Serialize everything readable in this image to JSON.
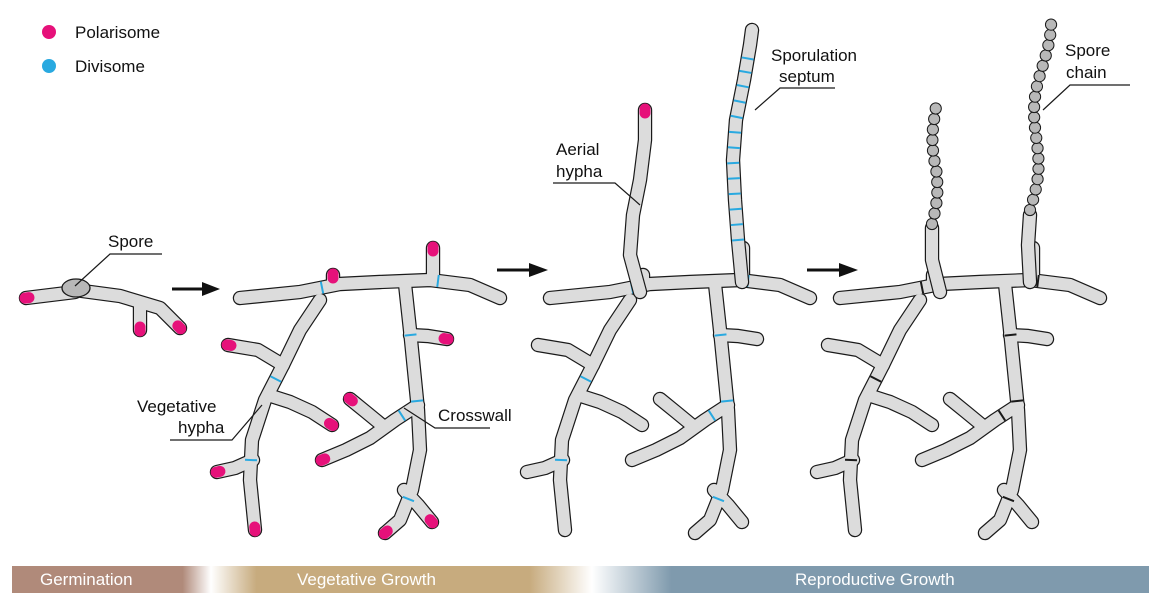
{
  "legend": [
    {
      "label": "Polarisome",
      "color": "#e6117a"
    },
    {
      "label": "Divisome",
      "color": "#29a9e0"
    }
  ],
  "labels": {
    "spore": "Spore",
    "vegetative_hypha": [
      "Vegetative",
      "hypha"
    ],
    "crosswall": "Crosswall",
    "aerial_hypha": [
      "Aerial",
      "hypha"
    ],
    "sporulation_septum": [
      "Sporulation",
      "septum"
    ],
    "spore_chain": [
      "Spore",
      "chain"
    ]
  },
  "stages": [
    {
      "label": "Germination",
      "color": "#b08a7a"
    },
    {
      "label": "Vegetative Growth",
      "color": "#c7ab7e"
    },
    {
      "label": "Reproductive Growth",
      "color": "#7f9aad"
    }
  ],
  "colors": {
    "hypha_fill": "#dcdcdc",
    "outline": "#1a1a1a",
    "spore": "#b8b8b8",
    "arrow": "#111111"
  }
}
